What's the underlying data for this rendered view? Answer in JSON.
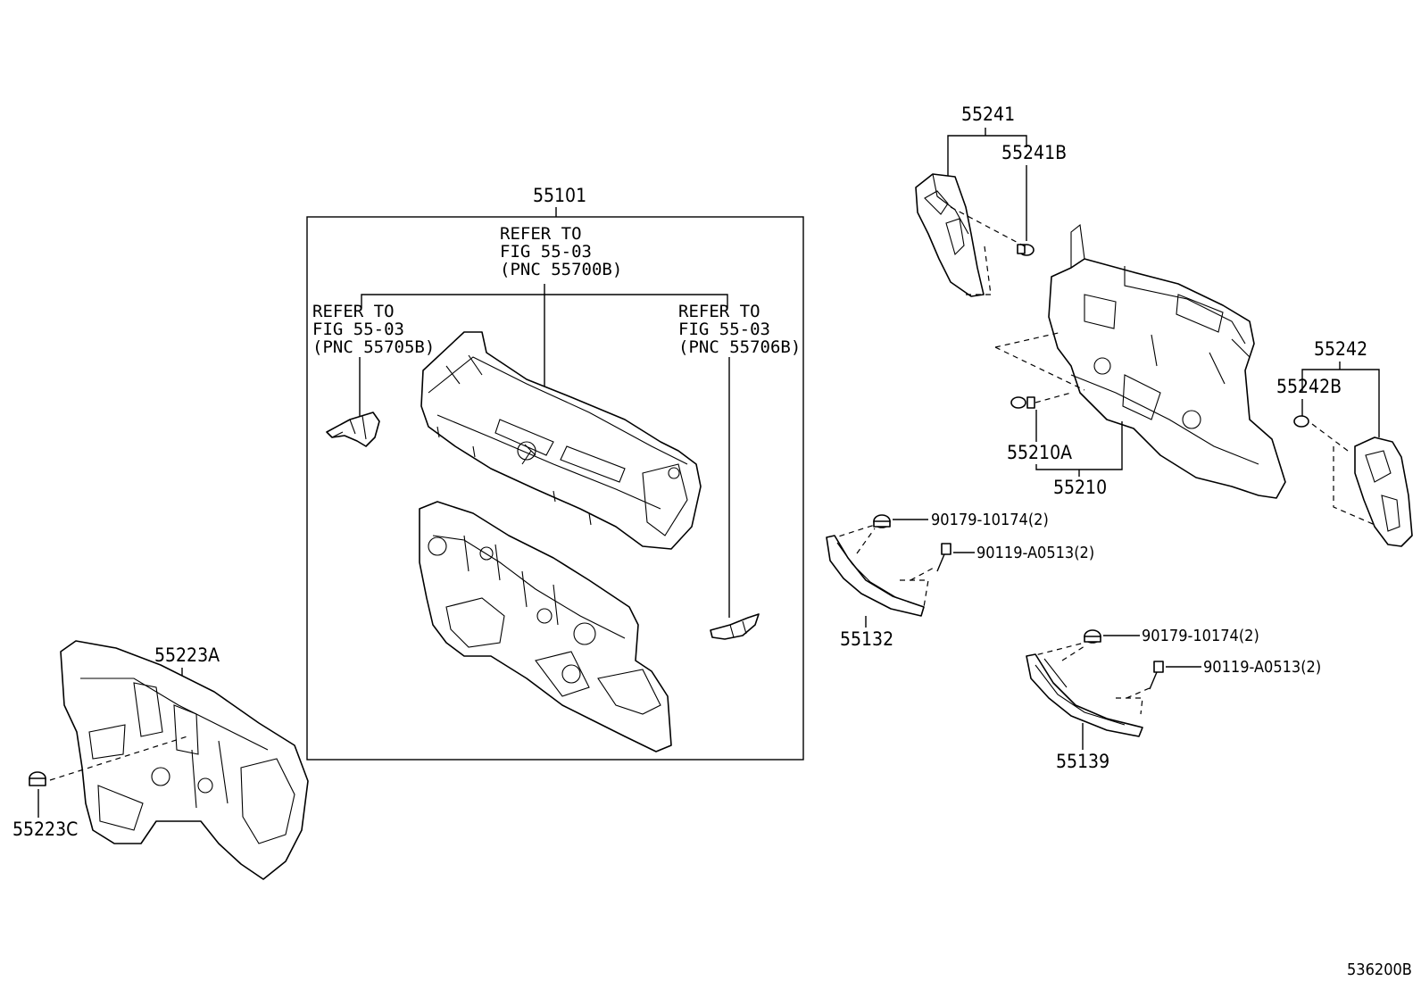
{
  "diagram": {
    "figure_code": "536200B",
    "parts": {
      "p55101": "55101",
      "p55241": "55241",
      "p55241B": "55241B",
      "p55242": "55242",
      "p55242B": "55242B",
      "p55210": "55210",
      "p55210A": "55210A",
      "p55223A": "55223A",
      "p55223C": "55223C",
      "p55132": "55132",
      "p55139": "55139",
      "clip1_55132": "90179-10174(2)",
      "screw1_55132": "90119-A0513(2)",
      "clip2_55139": "90179-10174(2)",
      "screw2_55139": "90119-A0513(2)"
    },
    "refer_center": [
      "REFER TO",
      "FIG 55-03",
      "(PNC 55700B)"
    ],
    "refer_left": [
      "REFER TO",
      "FIG 55-03",
      "(PNC 55705B)"
    ],
    "refer_right": [
      "REFER TO",
      "FIG 55-03",
      "(PNC 55706B)"
    ]
  }
}
